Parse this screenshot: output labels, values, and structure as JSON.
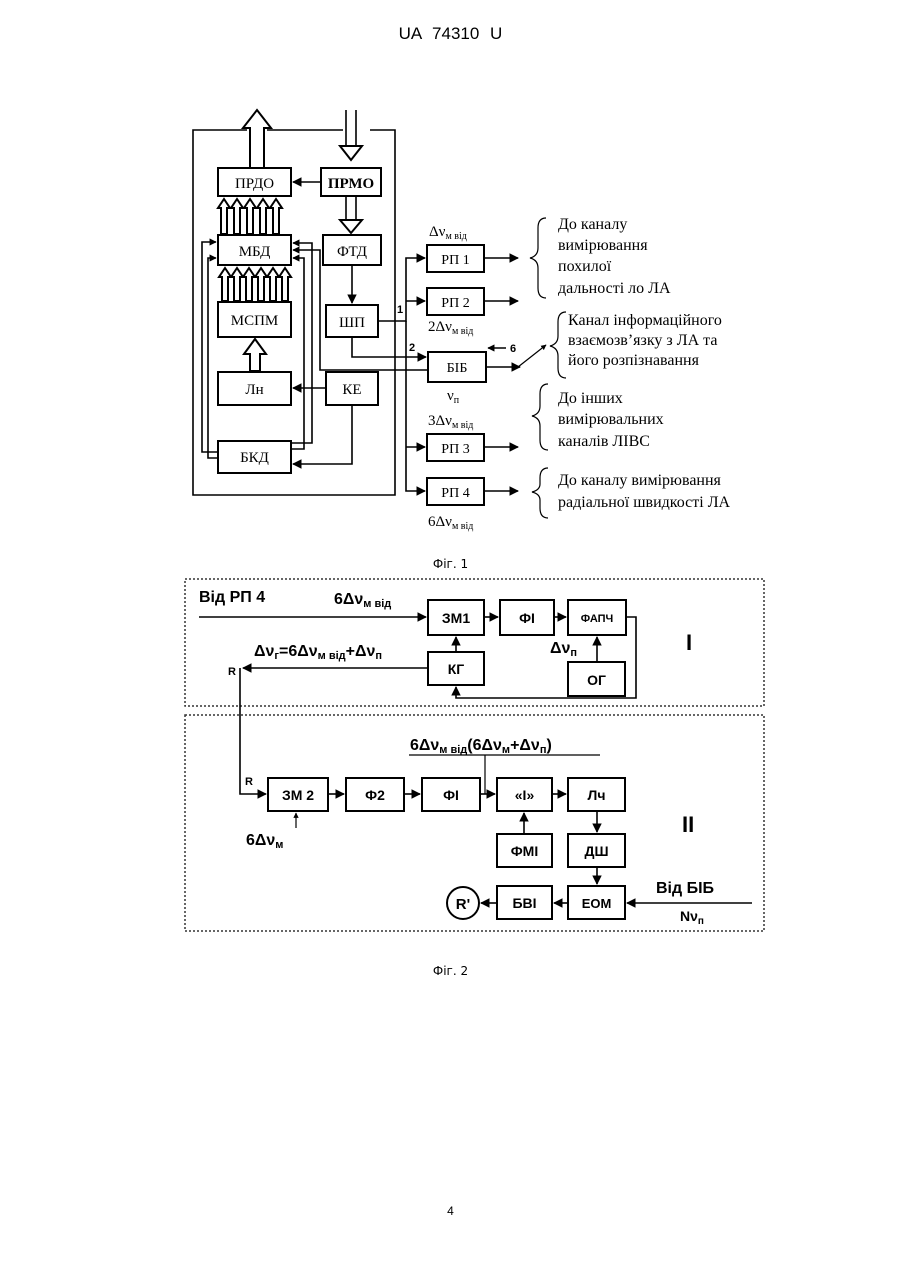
{
  "header": {
    "text": "UA   74310   U"
  },
  "figure1": {
    "caption": "Фіг. 1",
    "blocks": {
      "prdo": "ПРДО",
      "prmo": "ПРМО",
      "mbd": "МБД",
      "ftd": "ФТД",
      "mspm": "МСПМ",
      "shp": "ШП",
      "ln": "Лн",
      "ke": "КЕ",
      "bkd": "БКД",
      "rp1": "РП 1",
      "rp2": "РП 2",
      "bib": "БІБ",
      "rp3": "РП 3",
      "rp4": "РП 4"
    },
    "labels": {
      "dv_rp1": "Δν",
      "dv_rp1_sub": "м від",
      "dv_rp2": "2Δν",
      "dv_rp2_sub": "м від",
      "nu_p": "ν",
      "nu_p_sub": "п",
      "dv_rp3": "3Δν",
      "dv_rp3_sub": "м від",
      "dv_rp4": "6Δν",
      "dv_rp4_sub": "м від",
      "port1": "1",
      "port2": "2",
      "port6": "6"
    },
    "notes": {
      "range_line1": "До каналу",
      "range_line2": "вимірювання",
      "range_line3": "похилої",
      "range_line4": "дальності ло ЛА",
      "info_line1": "Канал інформаційного",
      "info_line2": "взаємозв’язку з ЛА та",
      "info_line3": "його розпізнавання",
      "other_line1": "До інших",
      "other_line2": "вимірювальних",
      "other_line3": "каналів ЛІВС",
      "speed_line1": "До каналу вимірювання",
      "speed_line2": "радіальної швидкості ЛА"
    }
  },
  "figure2": {
    "caption": "Фіг. 2",
    "blocks": {
      "zm1": "ЗМ1",
      "fi_top": "ФІ",
      "fapch": "ФАПЧ",
      "kg": "КГ",
      "og": "ОГ",
      "zm2": "ЗМ 2",
      "f2": "Ф2",
      "fi_bottom": "ФІ",
      "i_block": "«І»",
      "lch": "Лч",
      "fmi": "ФМІ",
      "dsh": "ДШ",
      "eom": "ЕОМ",
      "bvi": "БВІ",
      "r_out": "R'"
    },
    "labels": {
      "vid_rp4": "Від РП 4",
      "six_dv_top": "6Δν",
      "six_dv_top_sub": "м від",
      "dv_p": "Δν",
      "dv_p_sub": "п",
      "formula_a": "Δν",
      "formula_a_sub": "г",
      "formula_b": "=6Δν",
      "formula_b_sub": "м від",
      "formula_c": "+Δν",
      "formula_c_sub": "п",
      "formula_main_a": "6Δν",
      "formula_main_a_sub": "м від",
      "formula_main_b": "(6Δν",
      "formula_main_b_sub": "м",
      "formula_main_c": "+Δν",
      "formula_main_c_sub": "п",
      "formula_main_d": ")",
      "six_dv_m": "6Δν",
      "six_dv_m_sub": "м",
      "vid_bib": "Від БІБ",
      "n_nu": "Nν",
      "n_nu_sub": "п",
      "marker_r1": "R",
      "marker_r2": "R",
      "section_1": "І",
      "section_2": "ІІ"
    }
  },
  "footer": {
    "page_number": "4"
  }
}
